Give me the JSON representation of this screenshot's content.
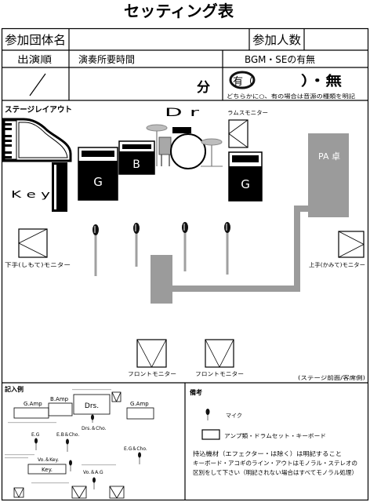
{
  "title": "セッティング表",
  "header": {
    "group_name_label": "参加団体名",
    "members_label": "参加人数",
    "order_label": "出演順",
    "duration_label": "演奏所要時間",
    "bgm_label": "BGM・SEの有無",
    "duration_unit": "分",
    "bgm_yes": "有（",
    "bgm_close_no": "）・無",
    "bgm_note": "どちらかに○、有の場合は音源の種類を明記"
  },
  "stage": {
    "label": "ステージレイアウト",
    "drums_label": "D r",
    "drums_monitor_label": "ラムスモニター",
    "pa_label": "PA 卓",
    "guitar_amp_left": "G",
    "bass_amp": "B",
    "guitar_amp_right": "G",
    "keyboard_label": "K e y",
    "left_monitor_label": "下手(しもて)モニター",
    "right_monitor_label": "上手(かみて)モニター",
    "front_monitor_1": "フロントモニター",
    "front_monitor_2": "フロントモニター",
    "front_note": "(ステージ前面/客席側)"
  },
  "example": {
    "label": "記入例",
    "g_amp_left": "G.Amp",
    "b_amp": "B.Amp",
    "drums": "Drs.",
    "g_amp_right": "G.Amp",
    "drums_cho": "Drs.＆Cho.",
    "eg": "E.G",
    "eb_cho": "E.B＆Cho.",
    "eg_cho": "E.G＆Cho.",
    "vo_key": "Vo.＆Key.",
    "key": "Key.",
    "vo_ag": "Vo.＆A.G"
  },
  "notes": {
    "label": "備考",
    "mic_legend": "マイク",
    "box_legend": "アンプ類・ドラムセット・キーボード",
    "lines": [
      "持込機材（エフェクター・は除く）は明記すること",
      "キーボード・アコギのライン・アウトはモノラル・ステレオの",
      "区別をして下さい（明記されない場合はすべてモノラル処理）"
    ]
  },
  "icons": [
    "grand-piano-icon",
    "microphone-icon",
    "stage-monitor-icon",
    "drum-kit-icon"
  ],
  "colors": {
    "ink": "#000000",
    "pa_desk": "#9b9b9b",
    "cable": "#9b9b9b",
    "mic_stand": "#a0a0a0"
  }
}
